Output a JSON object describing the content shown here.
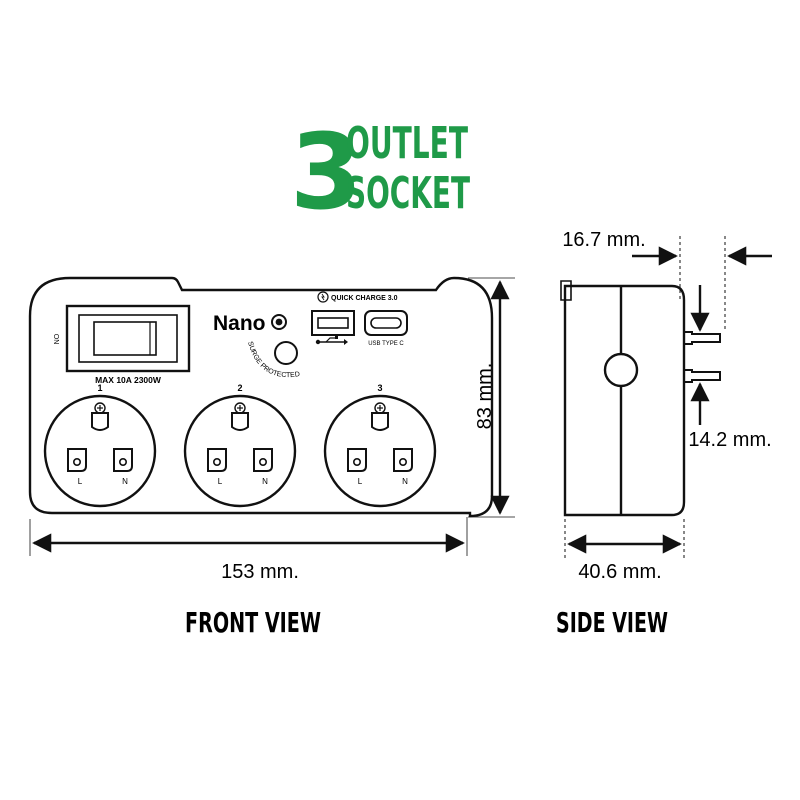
{
  "title": {
    "number": "3",
    "line1": "OUTLET",
    "line2": "SOCKET",
    "color": "#1f9a48"
  },
  "front_view": {
    "label": "FRONT VIEW",
    "brand": "Nano",
    "switch_label": "ON",
    "rating": "MAX 10A 2300W",
    "surge_label": "SURGE PROTECTED",
    "quick_charge_label": "QUICK CHARGE 3.0",
    "usb_c_label": "USB TYPE C",
    "outlets": [
      {
        "number": "1",
        "left": "L",
        "right": "N"
      },
      {
        "number": "2",
        "left": "L",
        "right": "N"
      },
      {
        "number": "3",
        "left": "L",
        "right": "N"
      }
    ],
    "width_dim": "153 mm.",
    "height_dim": "83 mm."
  },
  "side_view": {
    "label": "SIDE VIEW",
    "depth_dim": "40.6 mm.",
    "prong_length_dim": "16.7 mm.",
    "prong_spacing_dim": "14.2 mm."
  }
}
